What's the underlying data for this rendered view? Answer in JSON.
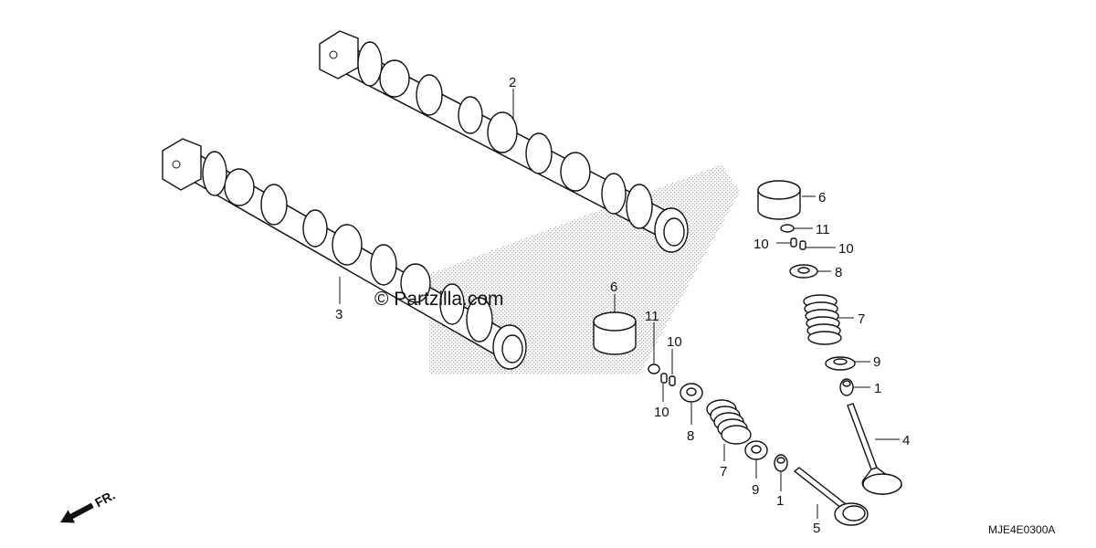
{
  "callouts": {
    "c1a": "1",
    "c1b": "1",
    "c2": "2",
    "c3": "3",
    "c4": "4",
    "c5": "5",
    "c6a": "6",
    "c6b": "6",
    "c7a": "7",
    "c7b": "7",
    "c8a": "8",
    "c8b": "8",
    "c9a": "9",
    "c9b": "9",
    "c10a": "10",
    "c10b": "10",
    "c10c": "10",
    "c10d": "10",
    "c11a": "11",
    "c11b": "11"
  },
  "watermark": "© Partzilla.com",
  "diagram_code": "MJE4E0300A",
  "front_indicator": "FR.",
  "colors": {
    "ink": "#111111",
    "background": "#ffffff",
    "screen": "#b5b5b5"
  }
}
